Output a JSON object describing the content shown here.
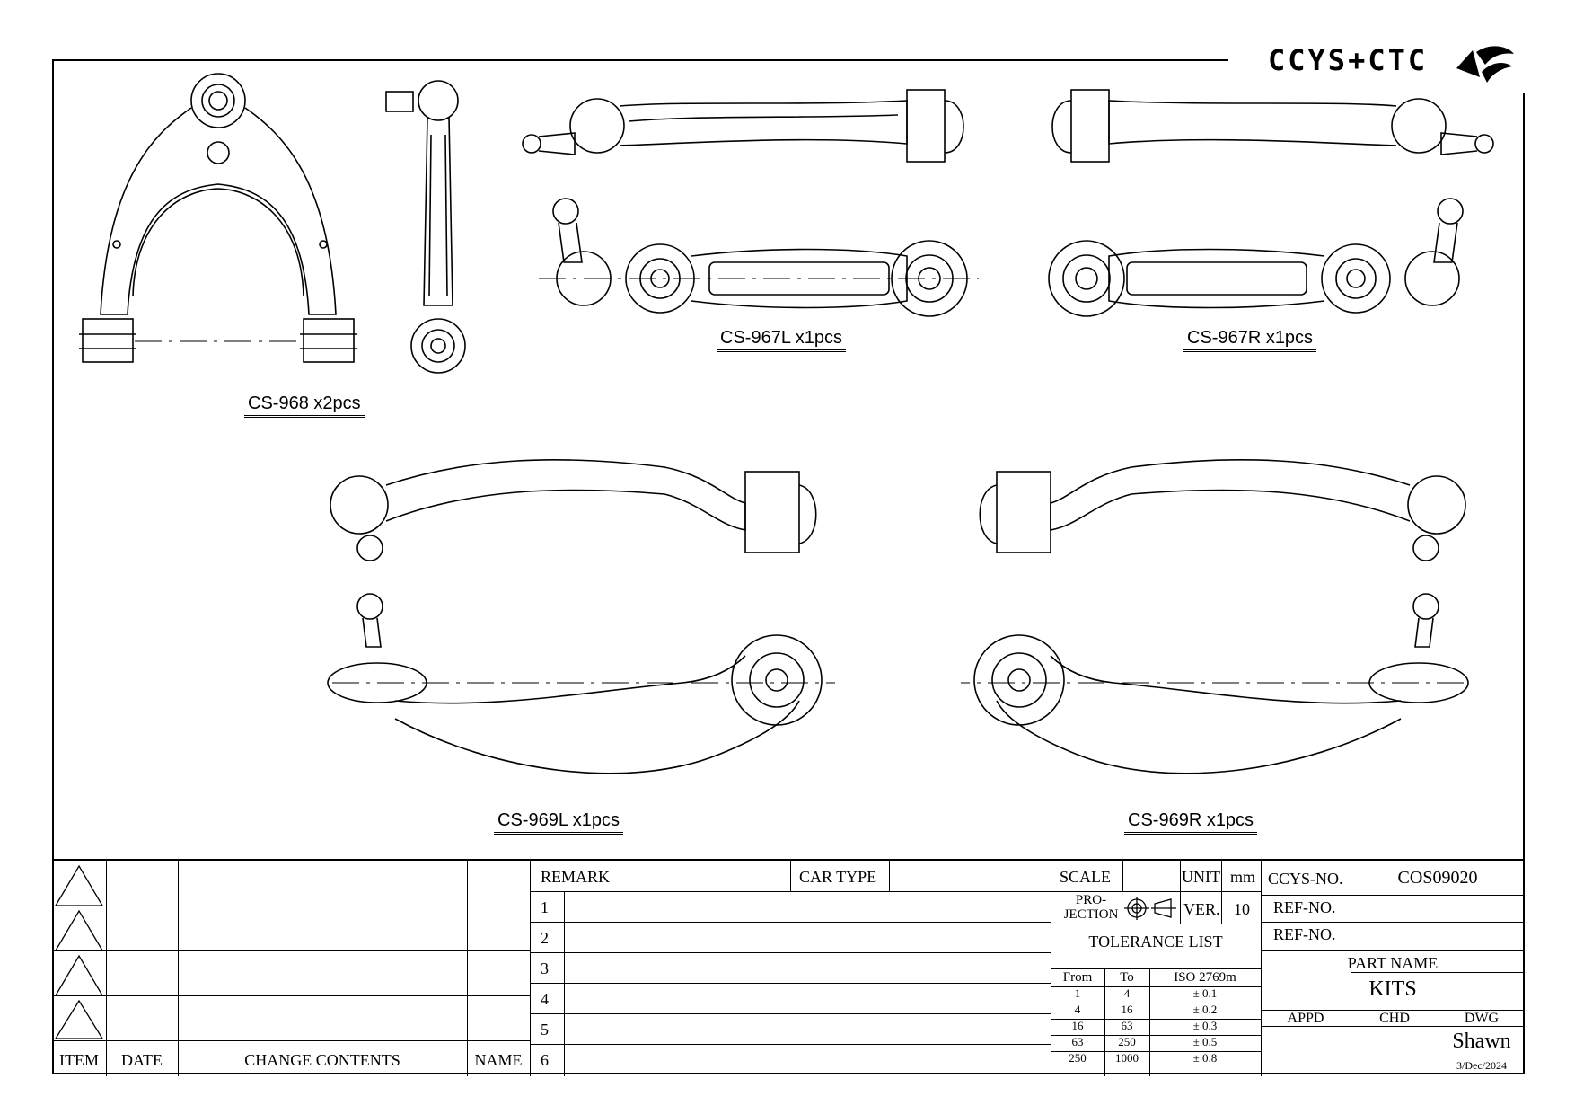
{
  "logo": {
    "text": "CCYS+CTC"
  },
  "parts": [
    {
      "label": "CS-968 x2pcs"
    },
    {
      "label": "CS-967L x1pcs"
    },
    {
      "label": "CS-967R x1pcs"
    },
    {
      "label": "CS-969L x1pcs"
    },
    {
      "label": "CS-969R x1pcs"
    }
  ],
  "revision_table": {
    "headers": {
      "item": "ITEM",
      "date": "DATE",
      "change": "CHANGE CONTENTS",
      "name": "NAME"
    }
  },
  "remark": {
    "label": "REMARK",
    "car_type_label": "CAR TYPE",
    "car_type_value": "",
    "rows": [
      "1",
      "2",
      "3",
      "4",
      "5",
      "6"
    ]
  },
  "meta": {
    "scale_label": "SCALE",
    "scale_value": "",
    "unit_label": "UNIT",
    "unit_value": "mm",
    "projection_label_1": "PRO-",
    "projection_label_2": "JECTION",
    "ver_label": "VER.",
    "ver_value": "10"
  },
  "tolerance": {
    "title": "TOLERANCE LIST",
    "headers": [
      "From",
      "To",
      "ISO 2769m"
    ],
    "rows": [
      [
        "1",
        "4",
        "± 0.1"
      ],
      [
        "4",
        "16",
        "± 0.2"
      ],
      [
        "16",
        "63",
        "± 0.3"
      ],
      [
        "63",
        "250",
        "± 0.5"
      ],
      [
        "250",
        "1000",
        "± 0.8"
      ]
    ]
  },
  "info": {
    "ccys_no_label": "CCYS-NO.",
    "ccys_no_value": "COS09020",
    "ref_no_label_1": "REF-NO.",
    "ref_no_value_1": "",
    "ref_no_label_2": "REF-NO.",
    "ref_no_value_2": "",
    "part_name_label": "PART NAME",
    "part_name_value": "KITS",
    "appd_label": "APPD",
    "chd_label": "CHD",
    "dwg_label": "DWG",
    "appd_value": "",
    "chd_value": "",
    "dwg_value": "Shawn",
    "date_value": "3/Dec/2024"
  }
}
